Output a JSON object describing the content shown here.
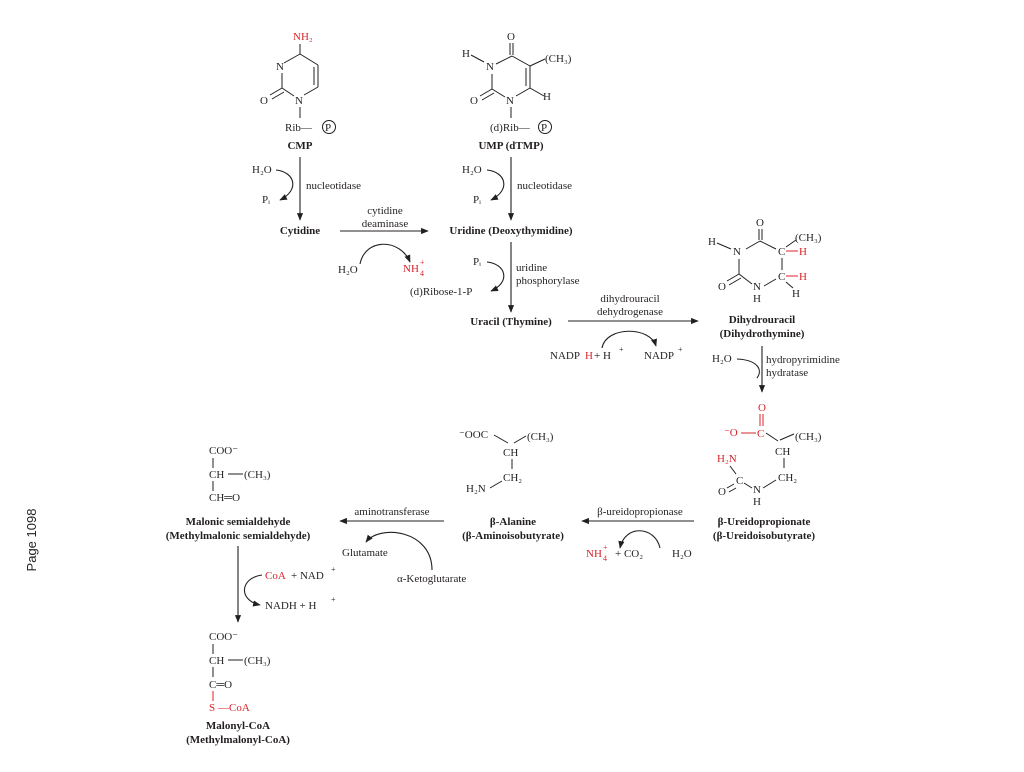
{
  "page_label": "Page 1098",
  "atoms": {
    "nh2": "NH₂",
    "n": "N",
    "o": "O",
    "h": "H",
    "ch3": "(CH₃)",
    "rib_p": "Rib—",
    "drib_p": "(d)Rib—",
    "p": "P",
    "c": "C",
    "ch": "CH",
    "ch2": "CH₂",
    "h2n": "H₂N",
    "ooc": "⁻OOC",
    "o_minus": "⁻O",
    "coo_minus": "COO⁻",
    "ch_eq_o": "CH═O",
    "c_eq_o": "C═O",
    "s": "S",
    "coa": "—CoA",
    "h_red": "H"
  },
  "compounds": {
    "cmp": "CMP",
    "ump": "UMP (dTMP)",
    "cytidine": "Cytidine",
    "uridine": "Uridine (Deoxythymidine)",
    "uracil": "Uracil (Thymine)",
    "dihydrouracil_1": "Dihydrouracil",
    "dihydrouracil_2": "(Dihydrothymine)",
    "ureidopropionate_1": "β-Ureidopropionate",
    "ureidopropionate_2": "(β-Ureidoisobutyrate)",
    "alanine_1": "β-Alanine",
    "alanine_2": "(β-Aminoisobutyrate)",
    "malonic_1": "Malonic semialdehyde",
    "malonic_2": "(Methylmalonic semialdehyde)",
    "malonylcoa_1": "Malonyl-CoA",
    "malonylcoa_2": "(Methylmalonyl-CoA)"
  },
  "enzymes": {
    "nucleotidase": "nucleotidase",
    "cytidine_deaminase_1": "cytidine",
    "cytidine_deaminase_2": "deaminase",
    "uridine_phosphorylase_1": "uridine",
    "uridine_phosphorylase_2": "phosphorylase",
    "dihydrouracil_dehydrogenase_1": "dihydrouracil",
    "dihydrouracil_dehydrogenase_2": "dehydrogenase",
    "hydropyrimidine_hydratase_1": "hydropyrimidine",
    "hydropyrimidine_hydratase_2": "hydratase",
    "ureidopropionase": "β-ureidopropionase",
    "aminotransferase": "aminotransferase"
  },
  "cosubstrates": {
    "h2o": "H₂O",
    "pi": "Pᵢ",
    "nh4_1": "NH",
    "nh4_sup": "+",
    "nh4_sub": "4",
    "ribose1p": "(d)Ribose-1-P",
    "nadph_a": "NADP",
    "nadph_h": "H",
    "nadph_rest": "+ H",
    "sup_plus": "+",
    "nadp": "NADP",
    "co2": "+ CO₂",
    "glutamate": "Glutamate",
    "ketoglutarate": "α-Ketoglutarate",
    "coa": "CoA",
    "nad": "+ NAD",
    "nadh": "NADH + H"
  },
  "colors": {
    "ink": "#231f20",
    "accent_red": "#d8232a",
    "background": "#ffffff"
  }
}
